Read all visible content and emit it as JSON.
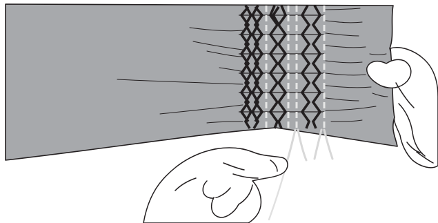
{
  "illustration": {
    "subject": "smocking-stitch-gathering",
    "colors": {
      "fabric": "#a7a9ac",
      "outline": "#231f20",
      "decorative_stitch": "#231f20",
      "gathering_thread": "#e6e6e6",
      "skin": "#ffffff"
    },
    "decorative_stitch_rows": 3,
    "gathering_thread_lines": 4
  }
}
